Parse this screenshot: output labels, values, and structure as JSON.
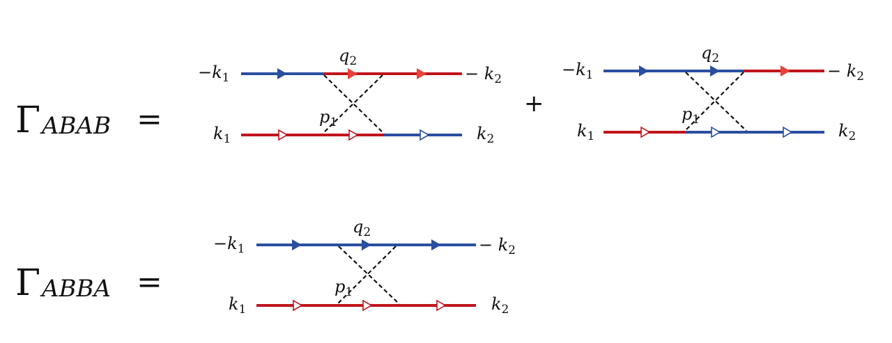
{
  "equations": [
    {
      "gamma_symbol": "Γ",
      "gamma_subscript": "ABAB",
      "equals_sign": "=",
      "operator_between_diagrams": "+",
      "diagrams": [
        {
          "labels": {
            "top_left": "−k",
            "top_left_sub": "1",
            "top_right": "− k",
            "top_right_sub": "2",
            "bottom_left": "k",
            "bottom_left_sub": "1",
            "bottom_right": "k",
            "bottom_right_sub": "2",
            "q": "q",
            "q_sub": "2",
            "p": "p",
            "p_sub": "1"
          }
        },
        {
          "labels": {
            "top_left": "−k",
            "top_left_sub": "1",
            "top_right": "− k",
            "top_right_sub": "2",
            "bottom_left": "k",
            "bottom_left_sub": "1",
            "bottom_right": "k",
            "bottom_right_sub": "2",
            "q": "q",
            "q_sub": "2",
            "p": "p",
            "p_sub": "1"
          }
        }
      ]
    },
    {
      "gamma_symbol": "Γ",
      "gamma_subscript": "ABBA",
      "equals_sign": "=",
      "diagrams": [
        {
          "labels": {
            "top_left": "−k",
            "top_left_sub": "1",
            "top_right": "− k",
            "top_right_sub": "2",
            "bottom_left": "k",
            "bottom_left_sub": "1",
            "bottom_right": "k",
            "bottom_right_sub": "2",
            "q": "q",
            "q_sub": "2",
            "p": "p",
            "p_sub": "1"
          }
        }
      ]
    }
  ],
  "colors": {
    "blue_line": "#2a4fa0",
    "red_line": "#c0141c",
    "red_arrow_filled": "#e8433a",
    "dashed_line": "#111111"
  }
}
